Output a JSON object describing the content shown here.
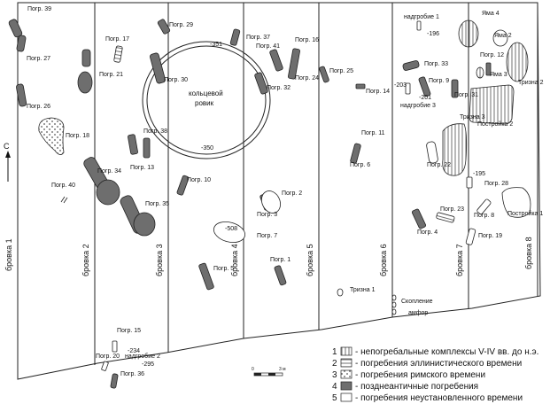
{
  "north_label": "С",
  "ring_label_1": "кольцевой",
  "ring_label_2": "ровик",
  "scale": {
    "zero": "0",
    "end": "3 м"
  },
  "bank_labels": [
    "бровка 1",
    "бровка 2",
    "бровка 3",
    "бровка 4",
    "бровка 5",
    "бровка 6",
    "бровка 7",
    "бровка 8"
  ],
  "features": [
    {
      "key": "g39",
      "text": "Погр. 39"
    },
    {
      "key": "g27",
      "text": "Погр. 27"
    },
    {
      "key": "g26",
      "text": "Погр. 26"
    },
    {
      "key": "g18",
      "text": "Погр. 18"
    },
    {
      "key": "g40",
      "text": "Погр. 40"
    },
    {
      "key": "g17",
      "text": "Погр. 17"
    },
    {
      "key": "g21",
      "text": "Погр. 21"
    },
    {
      "key": "g38",
      "text": "Погр. 38"
    },
    {
      "key": "g13",
      "text": "Погр. 13"
    },
    {
      "key": "g34",
      "text": "Погр. 34"
    },
    {
      "key": "g35",
      "text": "Погр. 35"
    },
    {
      "key": "g29",
      "text": "Погр. 29"
    },
    {
      "key": "g30",
      "text": "Погр. 30"
    },
    {
      "key": "g10",
      "text": "Погр. 10"
    },
    {
      "key": "g5",
      "text": "Погр. 5"
    },
    {
      "key": "g37",
      "text": "Погр. 37"
    },
    {
      "key": "g41",
      "text": "Погр. 41"
    },
    {
      "key": "g16",
      "text": "Погр. 16"
    },
    {
      "key": "g24",
      "text": "Погр. 24"
    },
    {
      "key": "g32",
      "text": "Погр. 32"
    },
    {
      "key": "g2",
      "text": "Погр. 2"
    },
    {
      "key": "g3",
      "text": "Погр. 3"
    },
    {
      "key": "g7",
      "text": "Погр. 7"
    },
    {
      "key": "g1",
      "text": "Погр. 1"
    },
    {
      "key": "g25",
      "text": "Погр. 25"
    },
    {
      "key": "g14",
      "text": "Погр. 14"
    },
    {
      "key": "g11",
      "text": "Погр. 11"
    },
    {
      "key": "g6",
      "text": "Погр. 6"
    },
    {
      "key": "t1",
      "text": "Тризна 1"
    },
    {
      "key": "n1",
      "text": "надгробие 1"
    },
    {
      "key": "g33",
      "text": "Погр. 33"
    },
    {
      "key": "g9",
      "text": "Погр. 9"
    },
    {
      "key": "n3",
      "text": "надгробие 3"
    },
    {
      "key": "g31",
      "text": "Погр. 31"
    },
    {
      "key": "g22",
      "text": "Погр. 22"
    },
    {
      "key": "g23",
      "text": "Погр. 23"
    },
    {
      "key": "g4",
      "text": "Погр. 4"
    },
    {
      "key": "amph1",
      "text": "Скопление"
    },
    {
      "key": "amph2",
      "text": "амфор"
    },
    {
      "key": "y4",
      "text": "Яма 4"
    },
    {
      "key": "y2",
      "text": "Яма 2"
    },
    {
      "key": "g12",
      "text": "Погр. 12"
    },
    {
      "key": "y3",
      "text": "Яма 3"
    },
    {
      "key": "t2",
      "text": "Тризна 2"
    },
    {
      "key": "b2",
      "text": "Постройка 2"
    },
    {
      "key": "t3",
      "text": "Тризна 3"
    },
    {
      "key": "g28",
      "text": "Погр. 28"
    },
    {
      "key": "g8",
      "text": "Погр. 8"
    },
    {
      "key": "b1",
      "text": "Постройка 1"
    },
    {
      "key": "g19",
      "text": "Погр. 19"
    },
    {
      "key": "g15",
      "text": "Погр. 15"
    },
    {
      "key": "g20",
      "text": "Погр. 20"
    },
    {
      "key": "n2",
      "text": "надгробие 2"
    },
    {
      "key": "g36",
      "text": "Погр. 36"
    }
  ],
  "depths": [
    "-351",
    "-350",
    "-508",
    "-196",
    "-203",
    "-201",
    "-195",
    "-234",
    "-295"
  ],
  "legend": [
    {
      "num": "1",
      "text": "- непогребальные комплексы V-IV вв. до н.э."
    },
    {
      "num": "2",
      "text": "- погребения эллинистического времени"
    },
    {
      "num": "3",
      "text": "- погребения римского времени"
    },
    {
      "num": "4",
      "text": "- позднеантичные погребения"
    },
    {
      "num": "5",
      "text": "- погребения неустановленного времени"
    }
  ],
  "colors": {
    "late_antique_fill": "#6e6e6e",
    "outline": "#222222"
  }
}
